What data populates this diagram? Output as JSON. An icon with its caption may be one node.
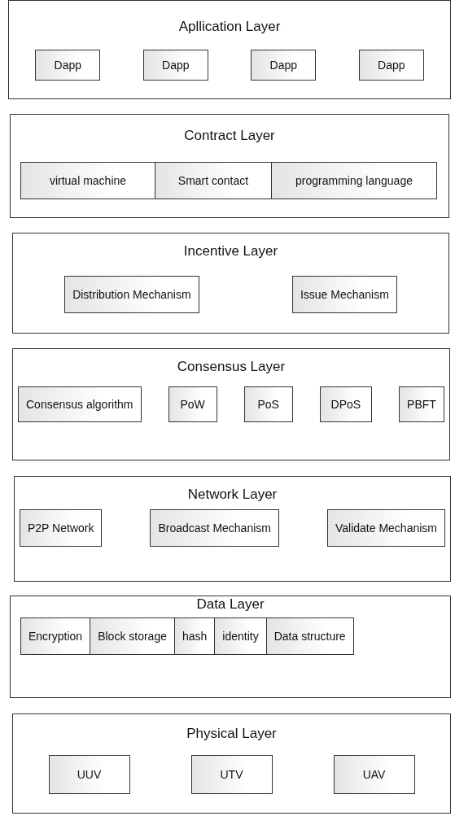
{
  "diagram": {
    "nodes": [
      {
        "text": [
          "Apllication Layer"
        ]
      },
      {
        "text": [
          "Dapp"
        ],
        "in": 0
      },
      {
        "text": [
          "Dapp"
        ],
        "in": 0
      },
      {
        "text": [
          "Dapp"
        ],
        "in": 0
      },
      {
        "text": [
          "Dapp"
        ],
        "in": 0
      },
      {
        "text": [
          "Contract Layer"
        ]
      },
      {
        "text": [
          "virtual machine"
        ],
        "in": 5
      },
      {
        "text": [
          "Smart contact"
        ],
        "in": 5
      },
      {
        "text": [
          "programming language"
        ],
        "in": 5
      },
      {
        "text": [
          "Incentive Layer"
        ]
      },
      {
        "text": [
          "Distribution Mechanism"
        ],
        "in": 9
      },
      {
        "text": [
          "Issue Mechanism"
        ],
        "in": 9
      },
      {
        "text": [
          "Consensus Layer"
        ]
      },
      {
        "text": [
          "Consensus algorithm"
        ],
        "in": 12
      },
      {
        "text": [
          "PoW"
        ],
        "in": 12
      },
      {
        "text": [
          "PoS"
        ],
        "in": 12
      },
      {
        "text": [
          "DPoS"
        ],
        "in": 12
      },
      {
        "text": [
          "PBFT"
        ],
        "in": 12
      },
      {
        "text": [
          "Network Layer"
        ]
      },
      {
        "text": [
          "P2P Network"
        ],
        "in": 18
      },
      {
        "text": [
          "Broadcast Mechanism"
        ],
        "in": 18
      },
      {
        "text": [
          "Validate Mechanism"
        ],
        "in": 18
      },
      {
        "text": [
          "Data Layer"
        ]
      },
      {
        "text": [
          "Encryption"
        ],
        "in": 22
      },
      {
        "text": [
          "Block storage"
        ],
        "in": 22
      },
      {
        "text": [
          "hash"
        ],
        "in": 22
      },
      {
        "text": [
          "identity"
        ],
        "in": 22
      },
      {
        "text": [
          "Data structure"
        ],
        "in": 22
      },
      {
        "text": [
          "Physical Layer"
        ]
      },
      {
        "text": [
          "UUV"
        ],
        "in": 28
      },
      {
        "text": [
          "UTV"
        ],
        "in": 28
      },
      {
        "text": [
          "UAV"
        ],
        "in": 28
      }
    ],
    "edges": []
  }
}
